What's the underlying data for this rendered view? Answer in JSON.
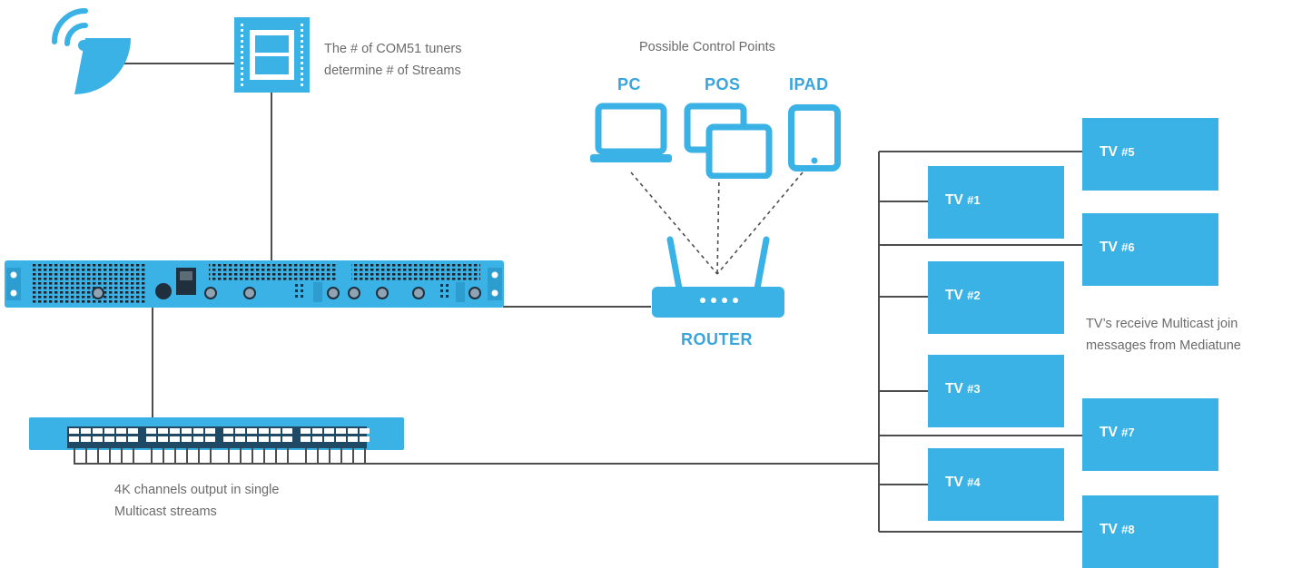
{
  "notes": {
    "tuners_line1": "The # of COM51 tuners",
    "tuners_line2": "determine # of Streams",
    "control_points": "Possible Control Points",
    "output_line1": "4K channels output in single",
    "output_line2": "Multicast streams",
    "tv_line1": "TV’s receive Multicast join",
    "tv_line2": "messages from Mediatune"
  },
  "devices": {
    "pc": "PC",
    "pos": "POS",
    "ipad": "IPAD",
    "router": "ROUTER"
  },
  "tvs": [
    {
      "prefix": "TV ",
      "num": "#1"
    },
    {
      "prefix": "TV ",
      "num": "#2"
    },
    {
      "prefix": "TV ",
      "num": "#3"
    },
    {
      "prefix": "TV ",
      "num": "#4"
    },
    {
      "prefix": "TV ",
      "num": "#5"
    },
    {
      "prefix": "TV ",
      "num": "#6"
    },
    {
      "prefix": "TV ",
      "num": "#7"
    },
    {
      "prefix": "TV ",
      "num": "#8"
    }
  ],
  "colors": {
    "accent": "#3ab2e6",
    "label_blue": "#3aa5dc",
    "line": "#4d4d4d",
    "text_gray": "#6b6b6b"
  }
}
